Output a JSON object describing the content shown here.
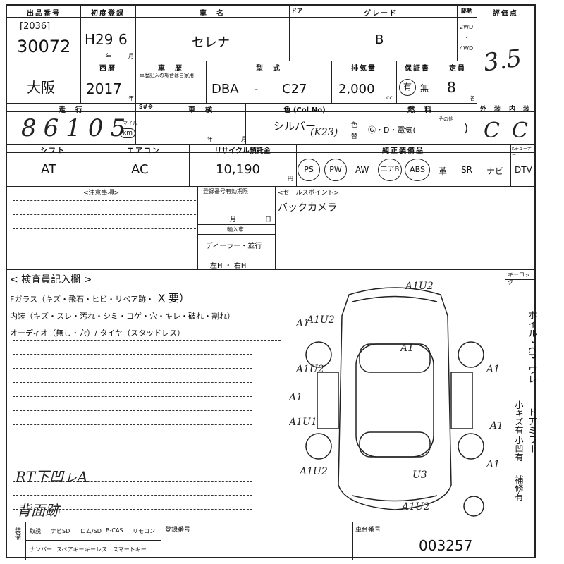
{
  "header": {
    "lot_no_label": "出品番号",
    "lot_no_bracket": "[2036]",
    "lot_no": "30072",
    "first_reg_label": "初度登録",
    "first_reg_era": "H29",
    "first_reg_month": "6",
    "year_char": "年",
    "month_char": "月",
    "model_label": "車　名",
    "model_name": "セレナ",
    "door_label": "ドア",
    "grade_label": "グレード",
    "grade": "B",
    "drive_label": "駆動",
    "drive_2wd": "2WD",
    "drive_dot": "・",
    "drive_4wd": "4WD",
    "rating_label": "評価点",
    "rating": "3.5"
  },
  "row2": {
    "region": "大阪",
    "year_label": "西暦",
    "year": "2017",
    "year_suffix": "年",
    "reg_period_label": "車　歴",
    "reg_period_note": "車歴記入の場合は自家用",
    "type_label": "型　式",
    "type_prefix": "DBA",
    "type_dash": "-",
    "type_code": "C27",
    "displacement_label": "排気量",
    "displacement": "2,000",
    "displacement_unit": "cc",
    "warranty_label": "保証書",
    "warranty_yes": "有",
    "warranty_no": "無",
    "capacity_label": "定員",
    "capacity": "8",
    "capacity_unit": "名"
  },
  "row3": {
    "mileage_label": "走　行",
    "mileage_hand": "86105",
    "mileage_unit_mile": "マイル",
    "mileage_unit_km": "km",
    "s_label": "S#※",
    "inspection_label": "車　検",
    "inspection_year": "年",
    "inspection_month": "月",
    "color_label": "色 (Col.No)",
    "color": "シルバー",
    "color_code": "(K23)",
    "color_change_1": "色",
    "color_change_2": "替",
    "fuel_label": "燃　料",
    "fuel_options": "Ⓖ・D・電気(",
    "fuel_close": ")",
    "fuel_other": "その他",
    "exterior_label": "外　装",
    "exterior": "C",
    "interior_label": "内　装",
    "interior": "C"
  },
  "row4": {
    "shift_label": "シフト",
    "shift": "AT",
    "ac_label": "エアコン",
    "ac": "AC",
    "recycle_label": "リサイクル預託金",
    "recycle": "10,190",
    "recycle_unit": "円",
    "equipment_label": "純正装備品",
    "tuner_label": "Kチューナー",
    "equipment": [
      "PS",
      "PW",
      "AW",
      "エアB",
      "ABS",
      "革",
      "SR",
      "ナビ",
      "DTV"
    ]
  },
  "notes": {
    "caution_label": "<注意事項>",
    "reg_expiry_label": "登録番号有効期限",
    "reg_month": "月",
    "reg_day": "日",
    "import_label": "輸入車",
    "import_dealer": "ディーラー・並行",
    "steering": "左H ・ 右H",
    "sales_point_label": "<セールスポイント>",
    "sales_point": "バックカメラ"
  },
  "inspector": {
    "title": "< 検査員記入欄 >",
    "glass": "Fガラス（キズ・飛石・ヒビ・リペア跡・",
    "glass_x": "X 要）",
    "interior": "内装（キズ・スレ・汚れ・シミ・コゲ・穴・キレ・破れ・割れ）",
    "audio": "オーディオ（無し・穴）/ タイヤ（スタッドレス）",
    "hand_note_1": "RT下凹ㇾA",
    "hand_note_2": "背面跡"
  },
  "key_lock_label": "キーロック",
  "side_notes": {
    "col1": "ホイル・CP",
    "col2": "ドアミラー",
    "col3": "小キズ有",
    "col4": "小凹有",
    "col5": "補修有",
    "col6": "ワレ"
  },
  "diagram_marks": [
    "A1U2",
    "A1",
    "A1",
    "A1U2",
    "A1",
    "A1U2",
    "A1U1",
    "A1U1",
    "A1U1",
    "A1U2",
    "U3",
    "A1U2",
    "A1U2"
  ],
  "footer": {
    "accessories_label": "装備",
    "items_row1": [
      "取説",
      "ナビSD",
      "ロム/SD",
      "B-CAS",
      "リモコン"
    ],
    "items_row2": [
      "ナンバー",
      "スペアキー",
      "キーレス",
      "スマートキー"
    ],
    "reg_no_label": "登録番号",
    "chassis_label": "車台番号",
    "chassis": "003257"
  }
}
